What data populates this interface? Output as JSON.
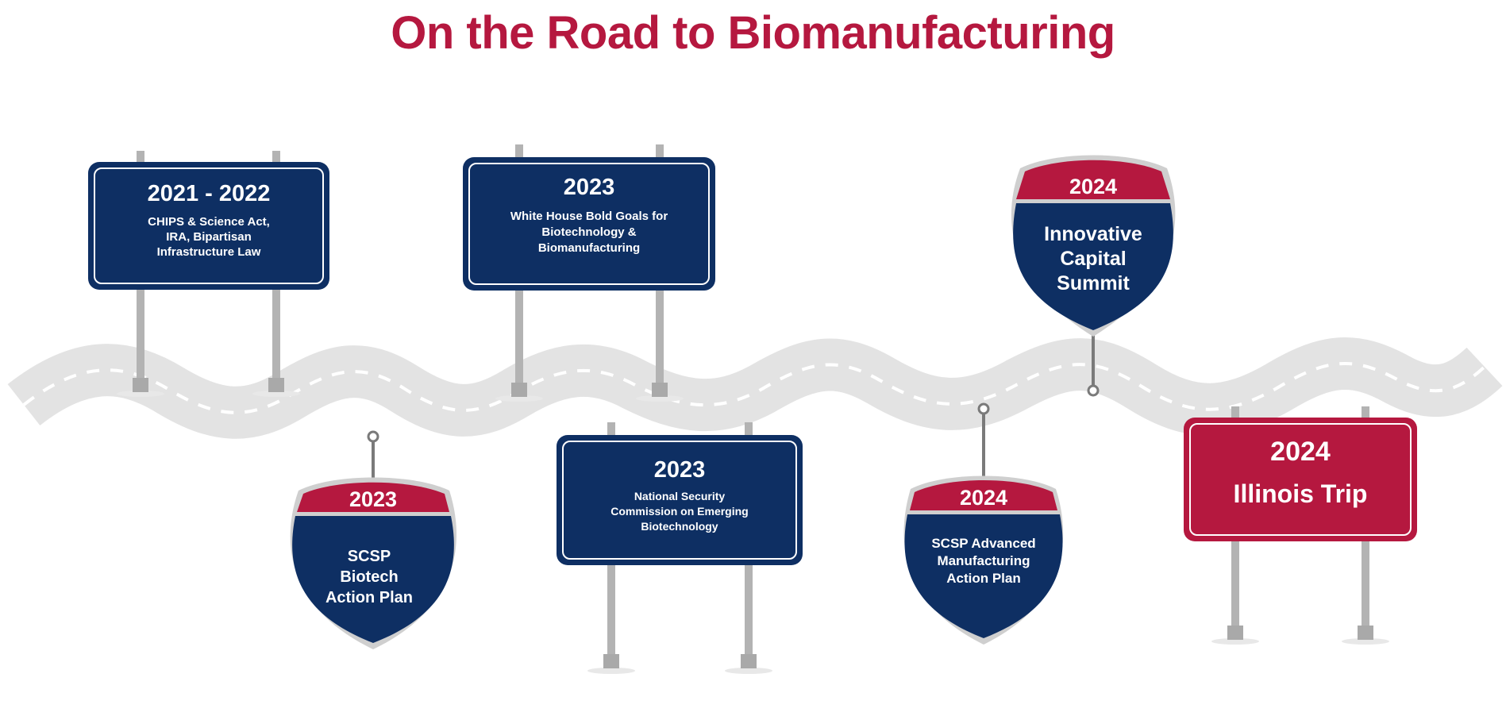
{
  "title": "On the Road to Biomanufacturing",
  "colors": {
    "navy": "#0E2F63",
    "red": "#B5183F",
    "road": "#E3E3E3",
    "post": "#B3B3B3",
    "white": "#FFFFFF"
  },
  "milestones": [
    {
      "year": "2021 - 2022",
      "label": "CHIPS & Science Act, IRA, Bipartisan Infrastructure Law",
      "sign": "billboard",
      "color": "navy"
    },
    {
      "year": "2023",
      "label": "SCSP Biotech Action Plan",
      "sign": "interstate-shield",
      "color": "navy"
    },
    {
      "year": "2023",
      "label": "White House Bold Goals for Biotechnology & Biomanufacturing",
      "sign": "billboard",
      "color": "navy"
    },
    {
      "year": "2023",
      "label": "National Security Commission on Emerging Biotechnology",
      "sign": "billboard",
      "color": "navy"
    },
    {
      "year": "2024",
      "label": "SCSP Advanced Manufacturing Action Plan",
      "sign": "interstate-shield",
      "color": "navy"
    },
    {
      "year": "2024",
      "label": "Innovative Capital Summit",
      "sign": "interstate-shield",
      "color": "navy"
    },
    {
      "year": "2024",
      "label": "Illinois Trip",
      "sign": "billboard",
      "color": "red"
    }
  ]
}
